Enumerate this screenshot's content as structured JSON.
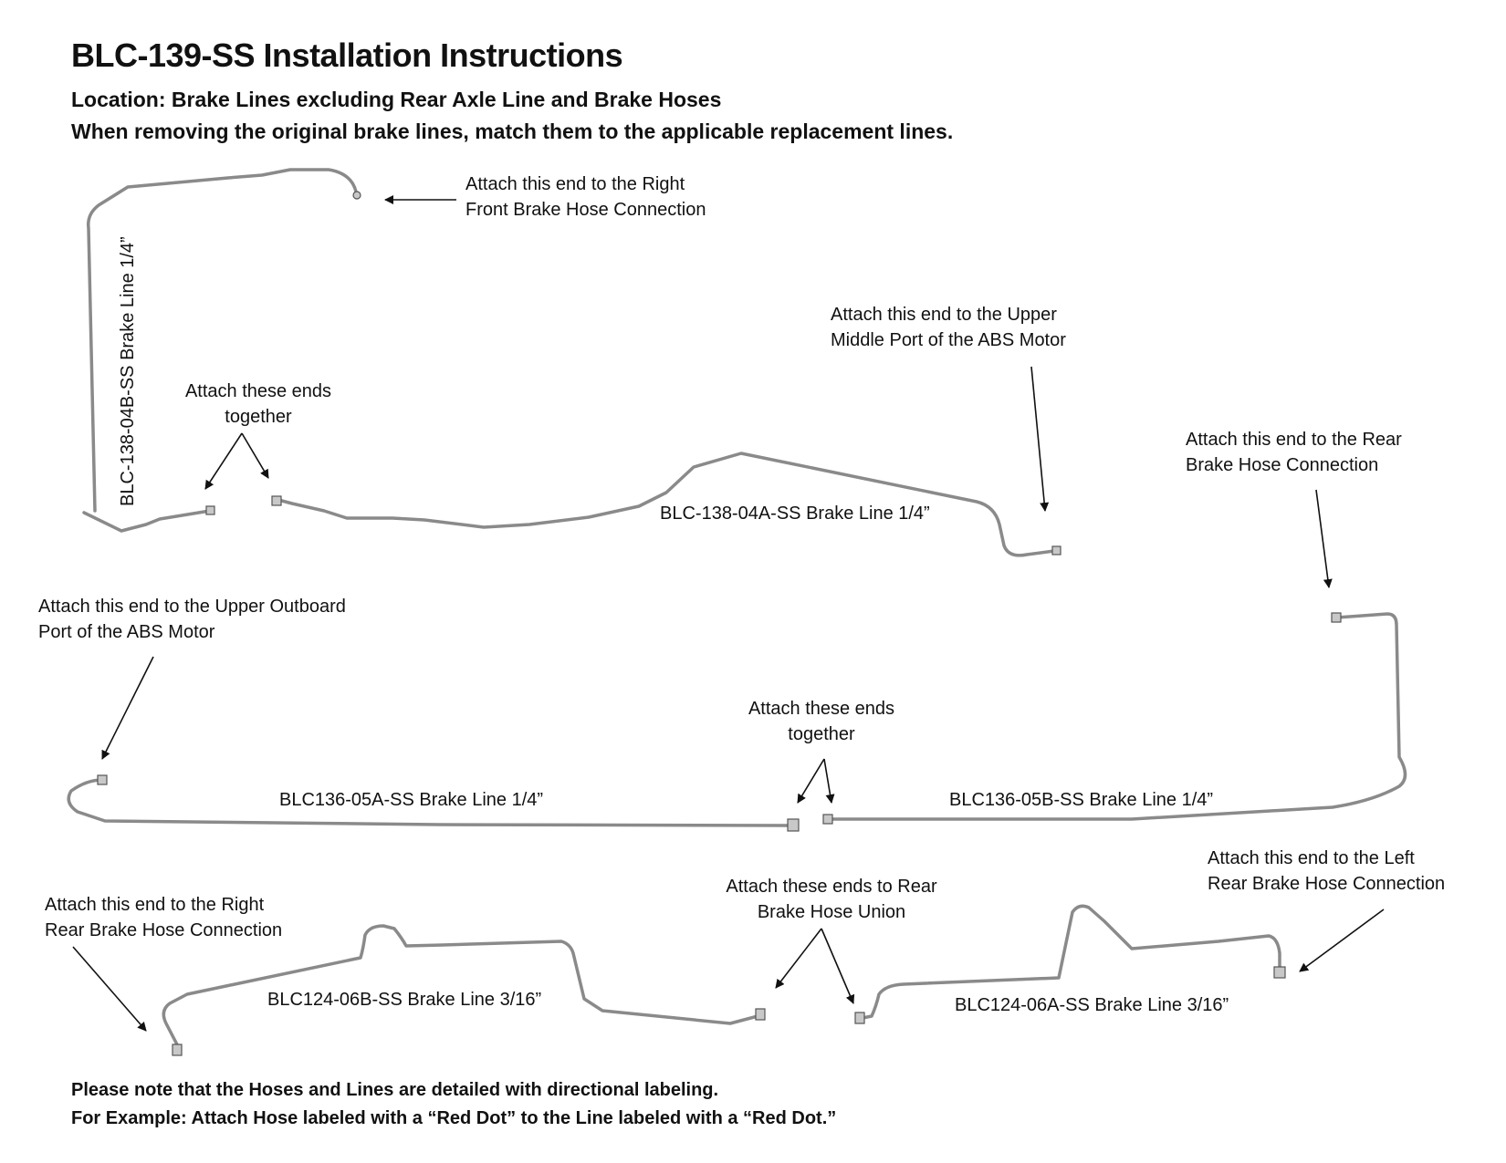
{
  "title": "BLC-139-SS Installation Instructions",
  "location": "Location: Brake Lines excluding Rear Axle Line and Brake Hoses",
  "instruction": "When removing the original brake lines, match them to the applicable replacement lines.",
  "callouts": {
    "right_front_hose": "Attach this end to the Right\nFront Brake Hose Connection",
    "ends_together_1": "Attach these ends\ntogether",
    "abs_upper_middle": "Attach this end to the Upper\nMiddle Port of the ABS Motor",
    "rear_hose": "Attach this end to the Rear\nBrake Hose Connection",
    "abs_upper_outboard": "Attach this end to the Upper Outboard\nPort of the ABS Motor",
    "ends_together_2": "Attach these ends\ntogether",
    "right_rear_hose": "Attach this end to the Right\nRear Brake Hose Connection",
    "rear_union": "Attach these ends to Rear\nBrake Hose Union",
    "left_rear_hose": "Attach this end to the Left\nRear Brake Hose Connection"
  },
  "lines": {
    "blc138_04b": "BLC-138-04B-SS Brake Line 1/4”",
    "blc138_04a": "BLC-138-04A-SS Brake Line 1/4”",
    "blc136_05a": "BLC136-05A-SS Brake Line 1/4”",
    "blc136_05b": "BLC136-05B-SS Brake Line 1/4”",
    "blc124_06b": "BLC124-06B-SS Brake Line 3/16”",
    "blc124_06a": "BLC124-06A-SS Brake Line 3/16”"
  },
  "footer": {
    "note1": "Please note that the Hoses and Lines are detailed with directional labeling.",
    "note2": "For Example: Attach Hose labeled with a “Red Dot” to the Line labeled with a “Red Dot.”"
  },
  "colors": {
    "line": "#8a8a8a",
    "text": "#111111"
  }
}
